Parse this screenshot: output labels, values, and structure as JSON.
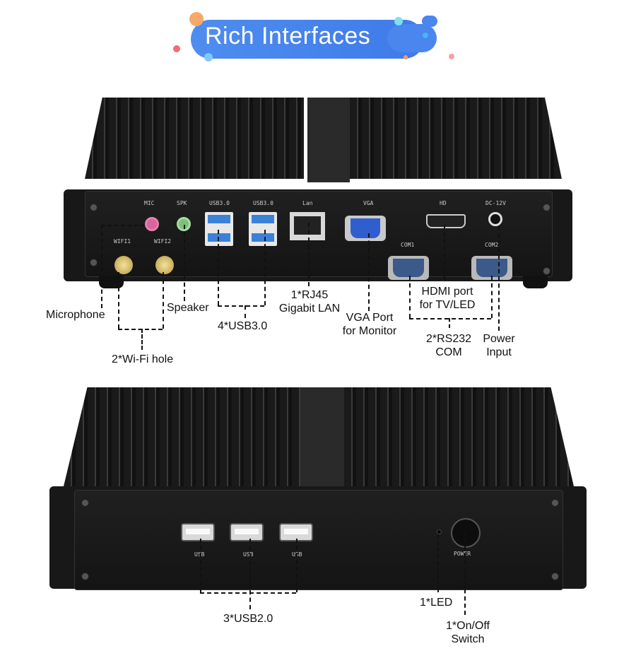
{
  "banner": {
    "title": "Rich Interfaces",
    "color": "#4a86ee"
  },
  "rear_panel": {
    "port_labels": {
      "mic": "MIC",
      "spk": "SPK",
      "usb3_a": "USB3.0",
      "usb3_b": "USB3.0",
      "lan": "Lan",
      "vga": "VGA",
      "hd": "HD",
      "dc": "DC-12V",
      "wifi1": "WIFI1",
      "wifi2": "WIFI2",
      "com1": "COM1",
      "com2": "COM2"
    },
    "callouts": {
      "microphone": "Microphone",
      "wifi": "2*Wi-Fi hole",
      "speaker": "Speaker",
      "usb3": "4*USB3.0",
      "rj45_line1": "1*RJ45",
      "rj45_line2": "Gigabit LAN",
      "vga_line1": "VGA Port",
      "vga_line2": "for Monitor",
      "hdmi_line1": "HDMI port",
      "hdmi_line2": "for TV/LED",
      "com_line1": "2*RS232",
      "com_line2": "COM",
      "power_line1": "Power",
      "power_line2": "Input"
    }
  },
  "front_panel": {
    "port_labels": {
      "usb1": "USB",
      "usb2": "USB",
      "usb3": "USB",
      "power": "POWER"
    },
    "callouts": {
      "usb2": "3*USB2.0",
      "led": "1*LED",
      "switch_line1": "1*On/Off",
      "switch_line2": "Switch"
    }
  }
}
